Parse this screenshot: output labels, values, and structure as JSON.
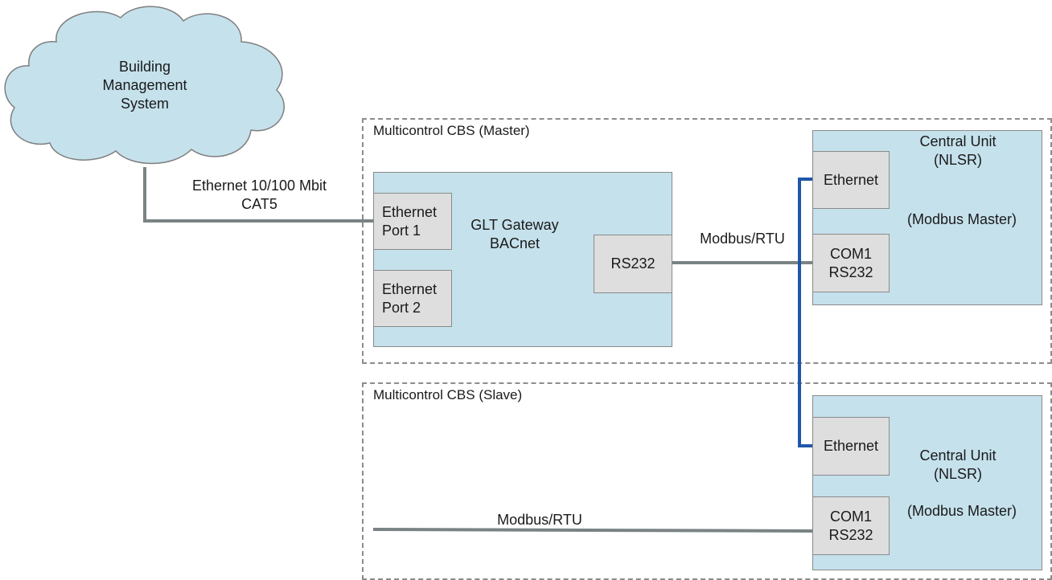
{
  "cloud": {
    "label": "Building\nManagement\nSystem"
  },
  "connections": {
    "ethernet_label": "Ethernet 10/100 Mbit\nCAT5",
    "modbus_master_label": "Modbus/RTU",
    "modbus_slave_label": "Modbus/RTU"
  },
  "master": {
    "title": "Multicontrol CBS (Master)",
    "gateway": {
      "title": "GLT Gateway\nBACnet",
      "port1": "Ethernet\nPort 1",
      "port2": "Ethernet\nPort 2",
      "rs232": "RS232"
    },
    "central_unit": {
      "title": "Central Unit\n(NLSR)",
      "role": "(Modbus Master)",
      "ethernet": "Ethernet",
      "com": "COM1\nRS232"
    }
  },
  "slave": {
    "title": "Multicontrol CBS (Slave)",
    "central_unit": {
      "title": "Central Unit\n(NLSR)",
      "role": "(Modbus Master)",
      "ethernet": "Ethernet",
      "com": "COM1\nRS232"
    }
  },
  "colors": {
    "unit_fill": "#c5e1ec",
    "port_fill": "#dedede",
    "cable_gray": "#7a8384",
    "cable_blue": "#1f57a8",
    "cloud_fill": "#c5e1ec"
  }
}
